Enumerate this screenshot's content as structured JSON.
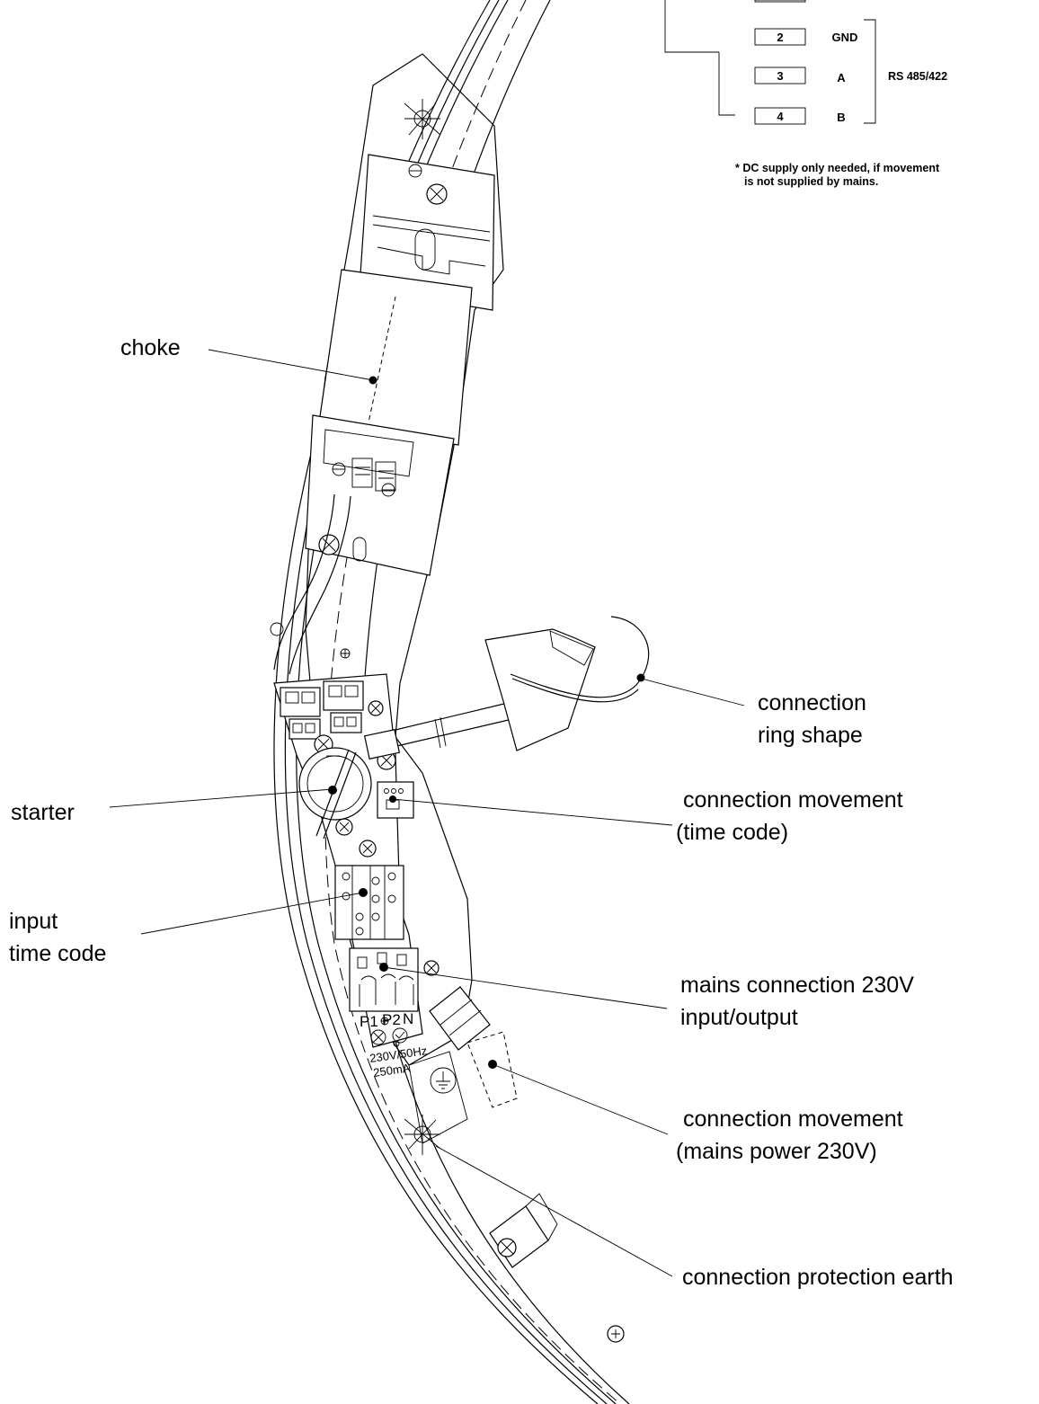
{
  "terminal_table": {
    "rows": [
      {
        "num": "2",
        "signal": "GND"
      },
      {
        "num": "3",
        "signal": "A"
      },
      {
        "num": "4",
        "signal": "B"
      }
    ],
    "bus_label": "RS 485/422"
  },
  "footnote": {
    "line1": "* DC supply only needed, if movement",
    "line2": "is not supplied by mains."
  },
  "callouts": {
    "choke": "choke",
    "starter": "starter",
    "input_time_code_line1": "input",
    "input_time_code_line2": "time code",
    "connection_ring_line1": "connection",
    "connection_ring_line2": "ring shape",
    "movement_time_code_line1": "connection movement",
    "movement_time_code_line2": "(time code)",
    "mains_line1": "mains connection 230V",
    "mains_line2": "input/output",
    "movement_mains_line1": "connection movement",
    "movement_mains_line2": "(mains power 230V)",
    "protection_earth": "connection protection earth"
  },
  "panel_print": {
    "p1": "P1",
    "p2": "P2",
    "n": "N",
    "voltage": "230V/50Hz",
    "current": "250mA"
  }
}
